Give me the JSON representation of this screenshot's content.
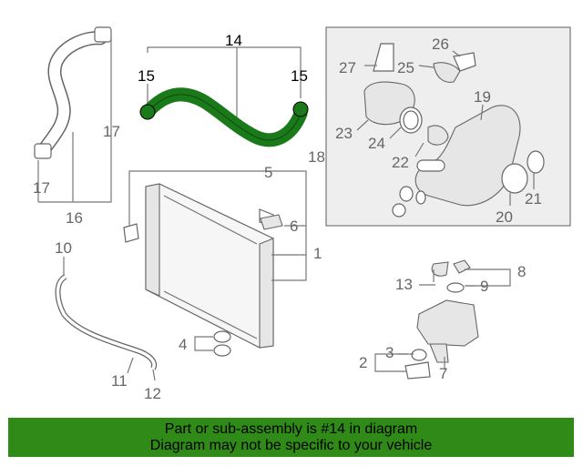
{
  "callouts": {
    "c1": "1",
    "c2": "2",
    "c3": "3",
    "c4": "4",
    "c5": "5",
    "c6": "6",
    "c7": "7",
    "c8": "8",
    "c9": "9",
    "c10": "10",
    "c11": "11",
    "c12": "12",
    "c13": "13",
    "c14": "14",
    "c15a": "15",
    "c15b": "15",
    "c16": "16",
    "c17a": "17",
    "c17b": "17",
    "c18": "18",
    "c19": "19",
    "c20": "20",
    "c21": "21",
    "c22": "22",
    "c23": "23",
    "c24": "24",
    "c25": "25",
    "c26": "26",
    "c27": "27"
  },
  "highlight": {
    "part_number": "14",
    "color": "#1a7a1a"
  },
  "footer": {
    "line1": "Part or sub-assembly is #14 in diagram",
    "line2": "Diagram may not be specific to your vehicle",
    "background": "#2f8a17"
  }
}
